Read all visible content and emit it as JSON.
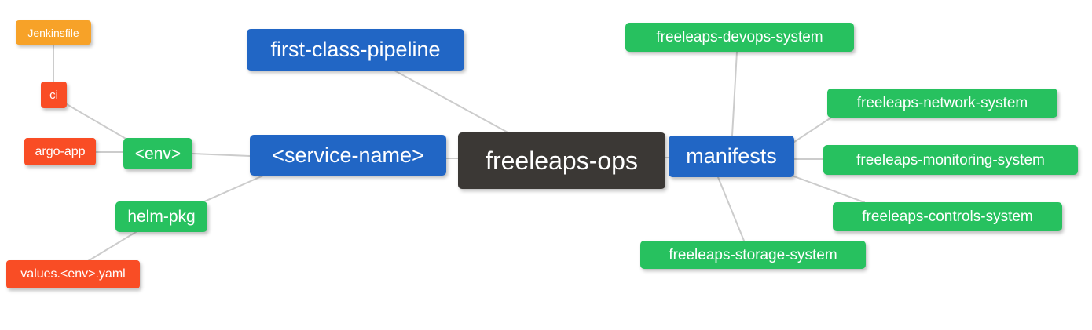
{
  "canvas": {
    "background": "#ffffff"
  },
  "colors": {
    "root": "#3b3835",
    "blue": "#2166c5",
    "green": "#27c15f",
    "red": "#f94d25",
    "orange": "#f7a228",
    "edge": "#cccccc",
    "label_text": "#ffffff"
  },
  "root_id": "freeleaps-ops",
  "nodes": [
    {
      "id": "jenkinsfile",
      "label": "Jenkinsfile",
      "color": "orange"
    },
    {
      "id": "ci",
      "label": "ci",
      "color": "red"
    },
    {
      "id": "argo-app",
      "label": "argo-app",
      "color": "red"
    },
    {
      "id": "env",
      "label": "<env>",
      "color": "green"
    },
    {
      "id": "helm-pkg",
      "label": "helm-pkg",
      "color": "green"
    },
    {
      "id": "values-env-yaml",
      "label": "values.<env>.yaml",
      "color": "red"
    },
    {
      "id": "first-class-pipeline",
      "label": "first-class-pipeline",
      "color": "blue"
    },
    {
      "id": "service-name",
      "label": "<service-name>",
      "color": "blue"
    },
    {
      "id": "freeleaps-ops",
      "label": "freeleaps-ops",
      "color": "root"
    },
    {
      "id": "manifests",
      "label": "manifests",
      "color": "blue"
    },
    {
      "id": "freeleaps-devops-system",
      "label": "freeleaps-devops-system",
      "color": "green"
    },
    {
      "id": "freeleaps-network-system",
      "label": "freeleaps-network-system",
      "color": "green"
    },
    {
      "id": "freeleaps-monitoring-system",
      "label": "freeleaps-monitoring-system",
      "color": "green"
    },
    {
      "id": "freeleaps-controls-system",
      "label": "freeleaps-controls-system",
      "color": "green"
    },
    {
      "id": "freeleaps-storage-system",
      "label": "freeleaps-storage-system",
      "color": "green"
    }
  ],
  "edges": [
    [
      "ci",
      "jenkinsfile"
    ],
    [
      "env",
      "ci"
    ],
    [
      "env",
      "argo-app"
    ],
    [
      "service-name",
      "env"
    ],
    [
      "service-name",
      "helm-pkg"
    ],
    [
      "helm-pkg",
      "values-env-yaml"
    ],
    [
      "freeleaps-ops",
      "first-class-pipeline"
    ],
    [
      "freeleaps-ops",
      "service-name"
    ],
    [
      "freeleaps-ops",
      "manifests"
    ],
    [
      "manifests",
      "freeleaps-devops-system"
    ],
    [
      "manifests",
      "freeleaps-network-system"
    ],
    [
      "manifests",
      "freeleaps-monitoring-system"
    ],
    [
      "manifests",
      "freeleaps-controls-system"
    ],
    [
      "manifests",
      "freeleaps-storage-system"
    ]
  ]
}
